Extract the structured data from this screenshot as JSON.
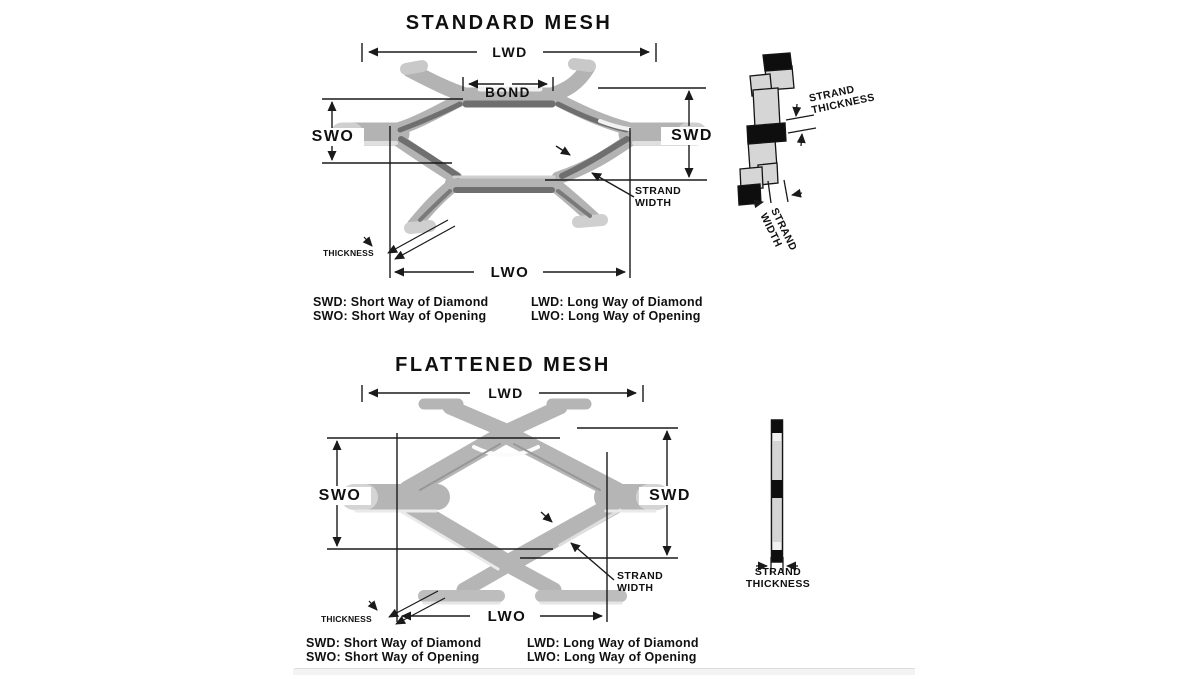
{
  "standard": {
    "title": "STANDARD MESH",
    "dims": {
      "lwd": "LWD",
      "bond": "BOND",
      "swo": "SWO",
      "swd": "SWD",
      "lwo": "LWO",
      "strand_width": "STRAND\nWIDTH",
      "thickness": "THICKNESS"
    },
    "cross_section": {
      "strand_thickness": "STRAND\nTHICKNESS",
      "strand_width": "STRAND\nWIDTH"
    },
    "legend": {
      "col1": [
        "SWD: Short Way of Diamond",
        "SWO: Short Way of Opening"
      ],
      "col2": [
        "LWD: Long Way of Diamond",
        "LWO: Long Way of Opening"
      ]
    }
  },
  "flattened": {
    "title": "FLATTENED MESH",
    "dims": {
      "lwd": "LWD",
      "swo": "SWO",
      "swd": "SWD",
      "lwo": "LWO",
      "strand_width": "STRAND\nWIDTH",
      "thickness": "THICKNESS"
    },
    "cross_section": {
      "strand_thickness": "STRAND\nTHICKNESS"
    },
    "legend": {
      "col1": [
        "SWD: Short Way of Diamond",
        "SWO: Short Way of Opening"
      ],
      "col2": [
        "LWD: Long Way of Diamond",
        "LWO: Long Way of Opening"
      ]
    }
  },
  "colors": {
    "mesh_gray": "#b3b3b3",
    "mesh_shadow": "#6f6f6f",
    "mesh_highlight": "#f0f0f0",
    "line_black": "#1a1a1a",
    "cross_section_light": "#d6d6d6"
  }
}
